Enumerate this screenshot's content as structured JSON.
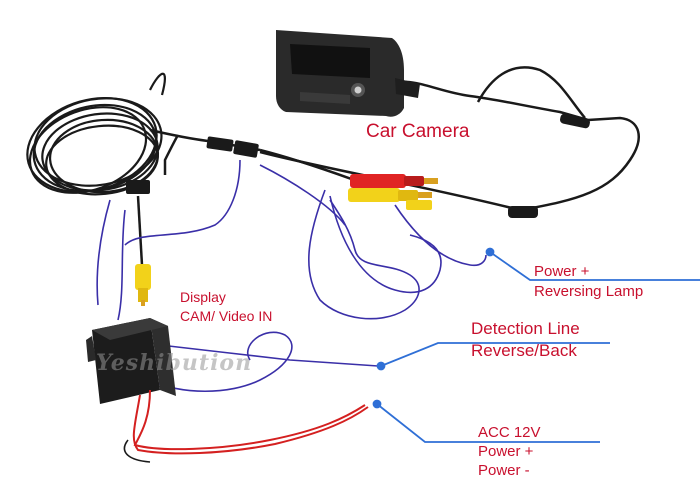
{
  "labels": {
    "car_camera": "Car Camera",
    "display_line1": "Display",
    "display_line2": "CAM/ Video IN",
    "power_line1": "Power +",
    "power_line2": "Reversing Lamp",
    "detection_line1": "Detection Line",
    "detection_line2": "Reverse/Back",
    "acc_line1": "ACC 12V",
    "acc_line2": "Power +",
    "acc_line3": "Power -"
  },
  "watermark": "Yeshibution",
  "colors": {
    "label_red": "#c8102e",
    "leader_blue": "#2f6fd6",
    "wire_blue": "#3a2fa8",
    "wire_red": "#d42020",
    "rca_yellow": "#f2d21a",
    "rca_red": "#e02424",
    "cable_black": "#1a1a1a"
  }
}
